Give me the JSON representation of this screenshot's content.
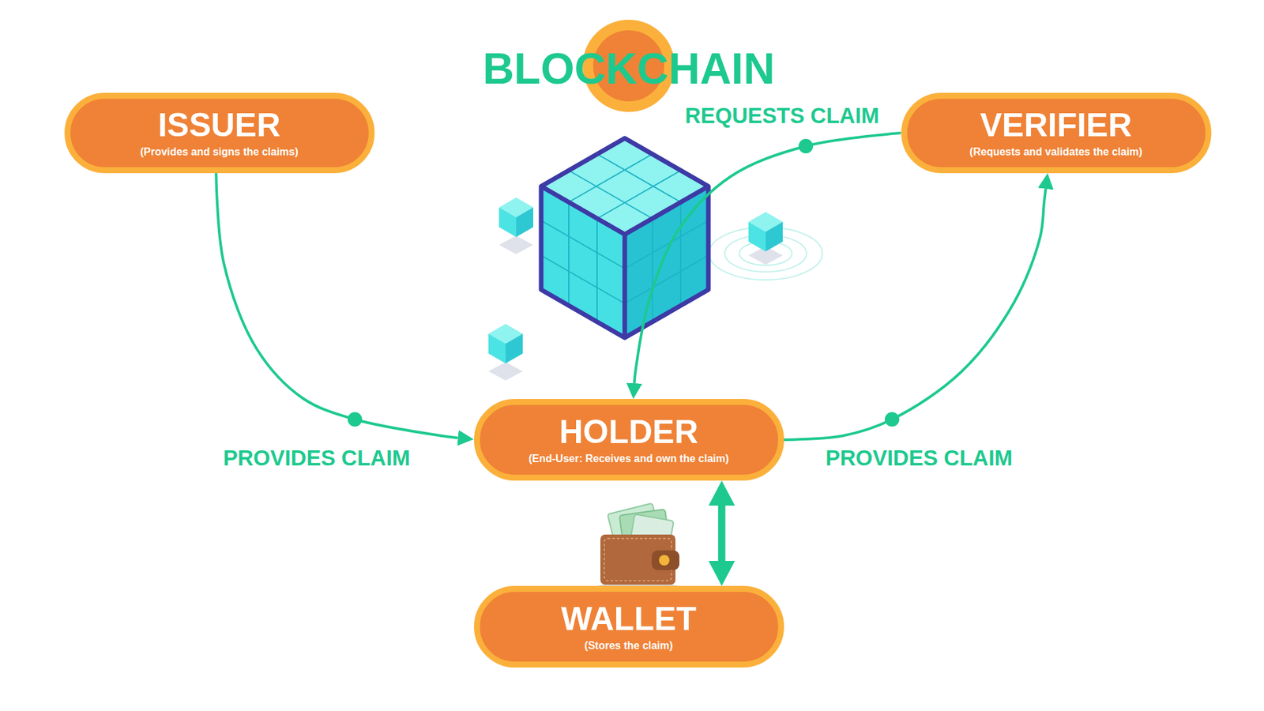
{
  "diagram": {
    "title": "BLOCKCHAIN",
    "nodes": [
      {
        "text": [
          "ISSUER",
          "(Provides and signs the claims)"
        ]
      },
      {
        "text": [
          "VERIFIER",
          "(Requests and validates the claim)"
        ]
      },
      {
        "text": [
          "HOLDER",
          "(End-User: Receives and own the claim)"
        ]
      },
      {
        "text": [
          "WALLET",
          "(Stores the claim)"
        ]
      }
    ],
    "edges": [
      {
        "from": 0,
        "to": 2,
        "label": "PROVIDES CLAIM",
        "arrow": "to"
      },
      {
        "from": 1,
        "to": 2,
        "label": "REQUESTS CLAIM",
        "arrow": "to"
      },
      {
        "from": 2,
        "to": 1,
        "label": "PROVIDES CLAIM",
        "arrow": "to"
      },
      {
        "from": 2,
        "to": 3,
        "arrow": "both"
      }
    ]
  }
}
